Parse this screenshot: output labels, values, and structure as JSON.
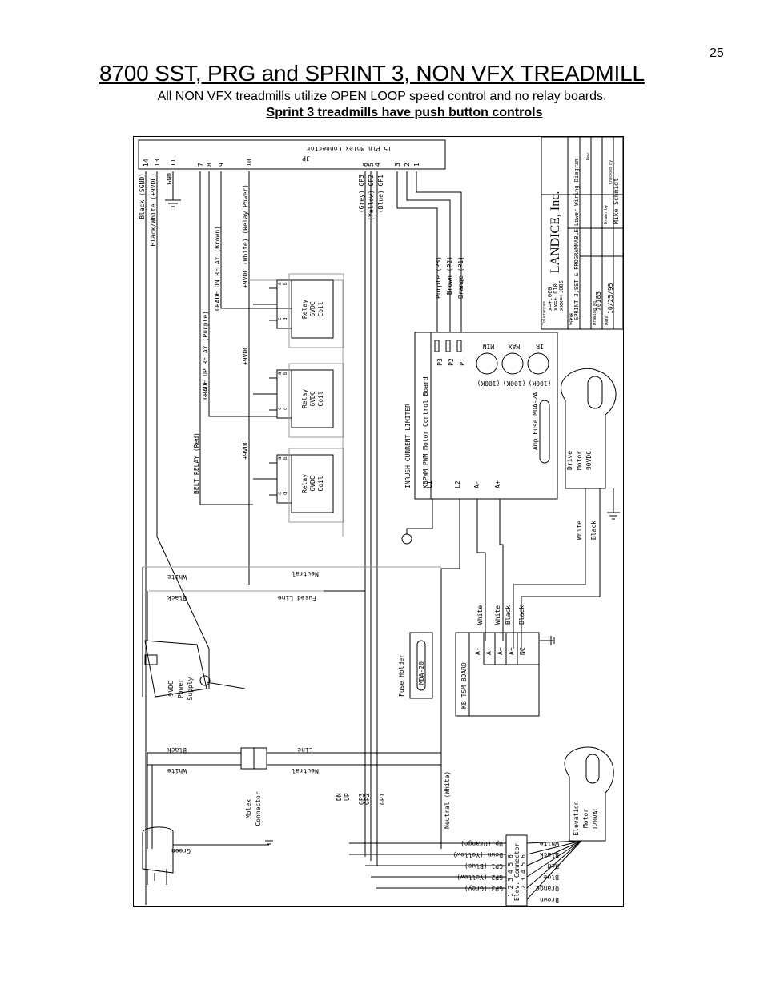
{
  "page_number": "25",
  "title": "8700 SST, PRG and SPRINT 3, NON VFX TREADMILL",
  "subtitle": "All NON VFX treadmills utilize OPEN LOOP speed control and no relay boards.",
  "subtitle_bold": "Sprint 3 treadmills have push button controls",
  "diagram": {
    "connector_title": "15 Pin Molex Connector",
    "connector_ref": "JP",
    "pins": [
      "14",
      "13",
      "11",
      "7",
      "8",
      "9",
      "10",
      "6",
      "5",
      "4",
      "3",
      "2",
      "1"
    ],
    "wire_labels": {
      "black_sgnd": "Black (SGND)",
      "black_white": "Black/White (+9VDC)",
      "gnd": "GND",
      "relay_power": "+9VDC (White) (Relay Power)",
      "grade_dn": "GRADE DN RELAY (Brown)",
      "grade_up": "GRADE UP RELAY (Purple)",
      "belt_relay": "BELT RELAY (Red)",
      "v9a": "+9VDC",
      "v9b": "+9VDC",
      "gp3": "(Grey) GP3",
      "gp2": "(Yellow) GP2",
      "gp1": "(Blue) GP1",
      "purple_p3": "Purple (P3)",
      "brown_p2": "Brown (P2)",
      "orange_p1": "Orange (P1)",
      "neutral": "Neutral",
      "white": "White",
      "black": "Black",
      "fused_line": "Fused Line",
      "line": "Line",
      "green": "Green",
      "neutral_white": "Neutral (White)"
    },
    "relay_labels": [
      "Relay",
      "6VDC",
      "Coil"
    ],
    "relay_pins": [
      "a",
      "b",
      "c",
      "d"
    ],
    "motor_control_board": "KBPWM PWM Motor Control Board",
    "inrush": "INRUSH CURRENT LIMITER",
    "board_terminals": [
      "L1",
      "L2",
      "A-",
      "A+"
    ],
    "pots": [
      "MIN",
      "MAX",
      "IR"
    ],
    "pot_value": "(100K)",
    "p_labels": [
      "P3",
      "P2",
      "P1"
    ],
    "amp_fuse": "Amp Fuse MDA-2A",
    "drive_motor": [
      "Drive",
      "Motor",
      "90VDC"
    ],
    "drive_wires": [
      "White",
      "Black"
    ],
    "power_supply": [
      "9VDC",
      "Power",
      "Supply"
    ],
    "fuse_holder": "Fuse Holder",
    "fuse_mda": "MDA-20",
    "tsm_board": "KB TSM BOARD",
    "tsm_terminals": [
      "A-",
      "A-",
      "A+",
      "A+",
      "NC"
    ],
    "tsm_wires": [
      "White",
      "White",
      "Black",
      "Black"
    ],
    "molex_connector": [
      "Molex",
      "Connector"
    ],
    "dn_label": "DN",
    "up_label": "UP",
    "gp_labels": [
      "GP3",
      "GP2",
      "GP1"
    ],
    "elev_connector": [
      "1 2 3 4 5 6",
      "Elev. Connector",
      "1 2 3 4 5 6"
    ],
    "elev_left_wires": [
      "Up (Orange)",
      "Down (Yellow)",
      "GP1 (Blue)",
      "GP2 (Yellow)",
      "GP3 (Grey)"
    ],
    "elev_right_wires": [
      "White",
      "Black",
      "Red",
      "Blue",
      "Orange",
      "Brown"
    ],
    "elevation_motor": [
      "Elevation",
      "Motor",
      "120VAC"
    ],
    "title_block": {
      "company": "LANDICE, Inc.",
      "title_label": "Title",
      "title": "SPRINT 3,SST & PROGRAMMABLE Lower Wiring Diagram",
      "rev_label": "Rev",
      "drawing_label": "Drawing No.",
      "drawing_no": "70183",
      "tolerances_label": "Tolerances",
      "tolerances": [
        "x=+.060",
        "xx=+.010",
        "xxx=+.005"
      ],
      "scale_label": "Scale",
      "date_label": "Date",
      "date": "10/25/95",
      "drawn_label": "Drawn by",
      "drawn_by": "Mike Schmidt",
      "checked_label": "Checked by"
    }
  }
}
